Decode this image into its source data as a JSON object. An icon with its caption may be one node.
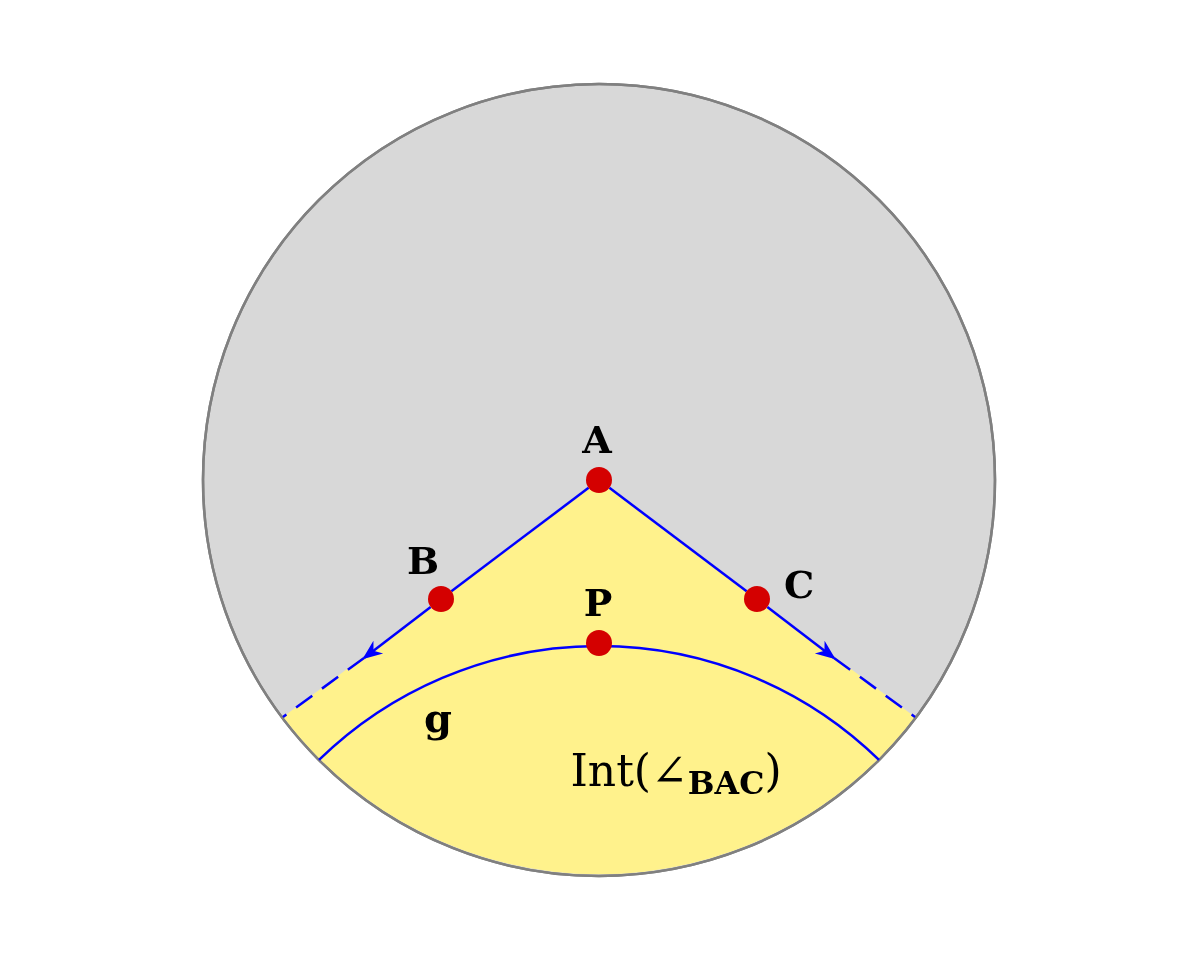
{
  "diagram": {
    "nodes": [
      {
        "text": [
          "A"
        ]
      },
      {
        "text": [
          "B"
        ]
      },
      {
        "text": [
          "C"
        ]
      },
      {
        "text": [
          "P"
        ]
      }
    ],
    "edges": [
      {
        "from": 0,
        "to": 1,
        "arrow": "none"
      },
      {
        "from": 0,
        "to": 2,
        "arrow": "none"
      },
      {
        "from": 1,
        "to": null,
        "arrow": "to"
      },
      {
        "from": 2,
        "to": null,
        "arrow": "to"
      }
    ],
    "labels": [
      "g",
      "Int(∠$_{BAC}$)"
    ]
  }
}
